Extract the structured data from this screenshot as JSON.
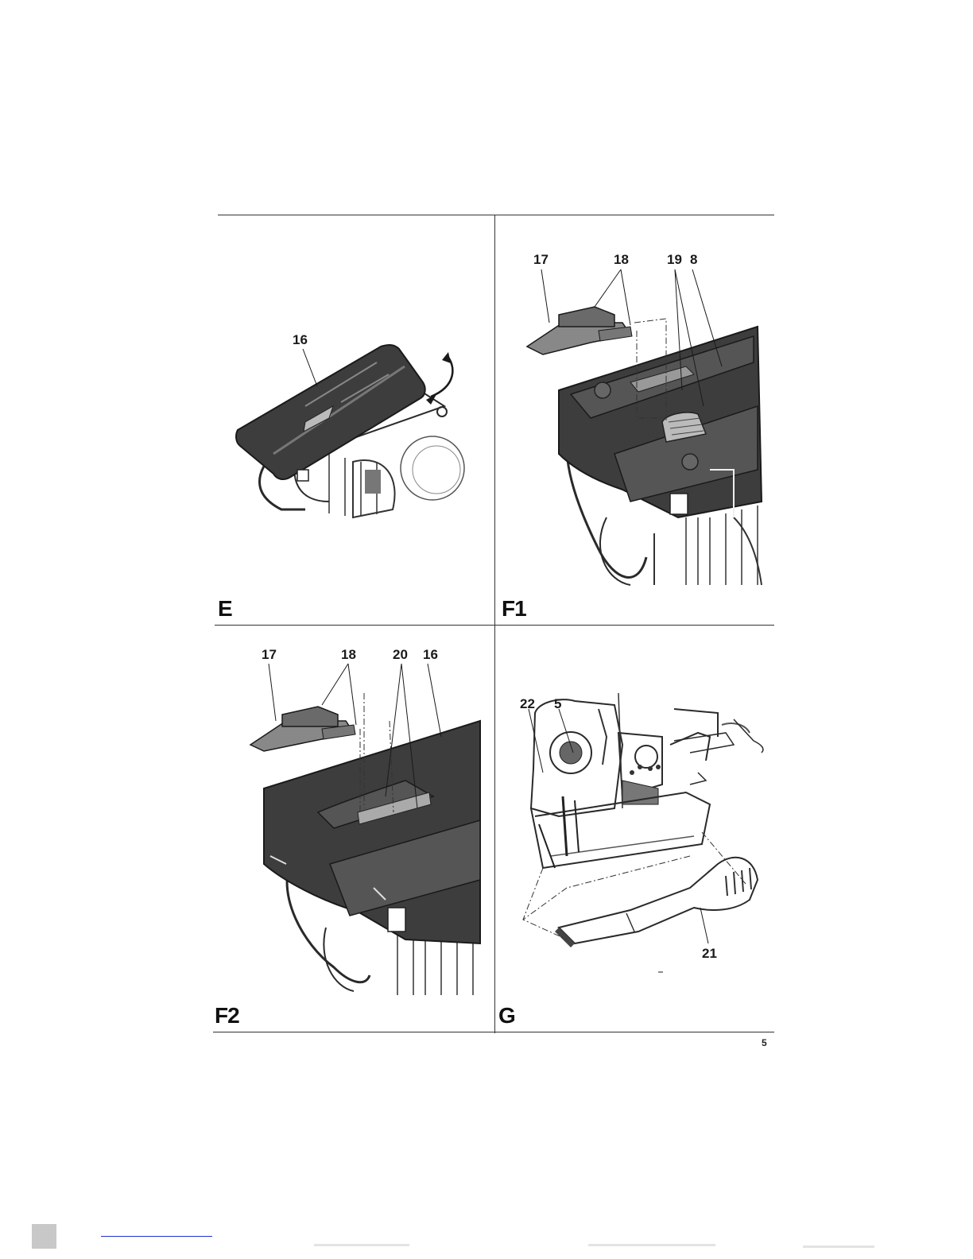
{
  "figures": {
    "E": {
      "letter": "E",
      "callouts": [
        "16"
      ]
    },
    "F1": {
      "letter": "F1",
      "callouts": [
        "17",
        "18",
        "19",
        "8"
      ]
    },
    "F2": {
      "letter": "F2",
      "callouts": [
        "17",
        "18",
        "20",
        "16"
      ]
    },
    "G": {
      "letter": "G",
      "callouts": [
        "22",
        "5",
        "21"
      ]
    }
  },
  "page_number": "5",
  "colors": {
    "part_fill": "#3d3d3d",
    "line": "#2a2a2a",
    "rule": "#333333"
  }
}
